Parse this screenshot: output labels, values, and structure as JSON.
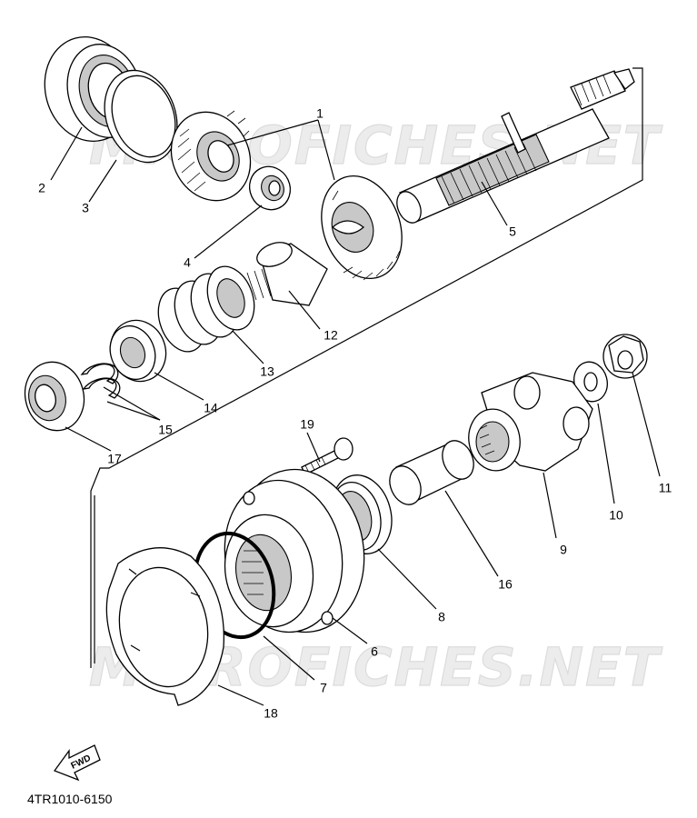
{
  "diagram": {
    "part_callouts": [
      "1",
      "2",
      "3",
      "4",
      "5",
      "6",
      "7",
      "8",
      "9",
      "10",
      "11",
      "12",
      "13",
      "14",
      "15",
      "17",
      "18",
      "19",
      "16"
    ],
    "catalog_code": "4TR1010-6150",
    "fwd_label": "FWD",
    "watermarks": [
      "MICROFICHES.NET",
      "MICROFICHES.NET"
    ]
  }
}
